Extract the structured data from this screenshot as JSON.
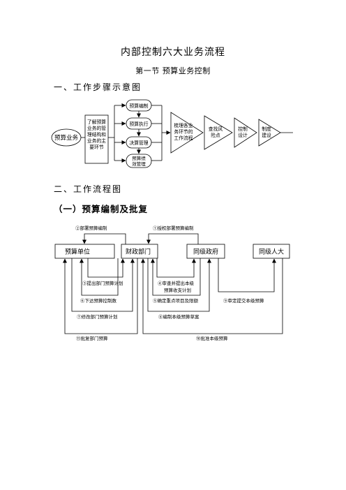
{
  "document": {
    "title": "内部控制六大业务流程",
    "subtitle": "第一节 预算业务控制",
    "section1_heading": "一、工作步骤示意图",
    "section2_heading": "二、工作流程图",
    "sub1_heading": "（一）预算编制及批复"
  },
  "step_diagram": {
    "start": "预算业务",
    "understand_lines": [
      "了解预算",
      "业务的管",
      "理结构和",
      "业务的主",
      "要环节"
    ],
    "stages": [
      "预算编制",
      "预算执行",
      "决算管理",
      [
        "预算绩",
        "效管理"
      ]
    ],
    "comb_lines": [
      "梳理各业",
      "务环节的",
      "工作流程"
    ],
    "risk_lines": [
      "查找风",
      "险点"
    ],
    "control_lines": [
      "控制",
      "设计"
    ],
    "system_lines": [
      "制度",
      "建设"
    ]
  },
  "flow_chart": {
    "nodes": [
      "预算单位",
      "财政部门",
      "同级政府",
      "同级人大"
    ],
    "steps": {
      "s1": "①授权部署预算编制",
      "s2": "②部署预算编制",
      "s3": "③提出部门预算计划",
      "s4a": "④审查并提出本级",
      "s4b": "预算收支计划",
      "s5": "⑤确定重点项目及限额",
      "s6": "⑥下达预算控制数",
      "s7": "⑦修改部门预算计划",
      "s8": "⑧编制本级预算草案",
      "s9": "⑨审定提交本级预算",
      "s10": "⑩批准本级预算",
      "s11": "⑪批复部门预算"
    }
  }
}
